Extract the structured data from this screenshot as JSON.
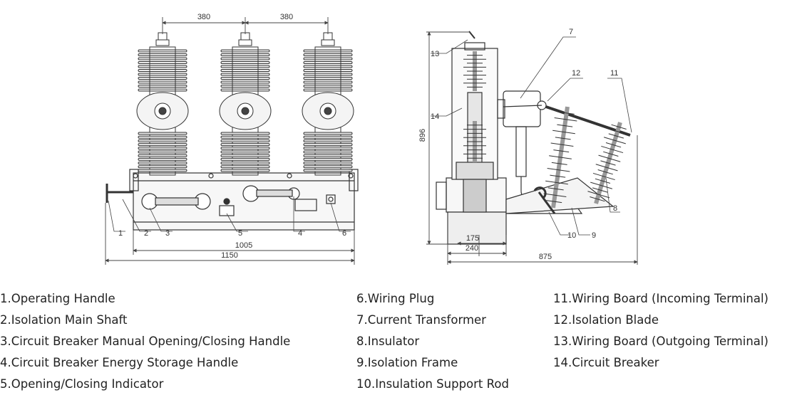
{
  "dims": {
    "front_spacing_1": "380",
    "front_spacing_2": "380",
    "front_inner_width": "1005",
    "front_total_width": "1150",
    "side_height": "896",
    "side_base_inner": "175",
    "side_base_outer": "240",
    "side_total_width": "875"
  },
  "callouts": {
    "c1": "1",
    "c2": "2",
    "c3": "3",
    "c4": "4",
    "c5": "5",
    "c6": "6",
    "c7": "7",
    "c8": "8",
    "c9": "9",
    "c10": "10",
    "c11": "11",
    "c12": "12",
    "c13": "13",
    "c14": "14"
  },
  "legend": [
    "1.Operating Handle",
    "2.Isolation Main Shaft",
    "3.Circuit Breaker Manual Opening/Closing Handle",
    "4.Circuit Breaker Energy Storage Handle",
    "5.Opening/Closing Indicator",
    "6.Wiring Plug",
    "7.Current Transformer",
    "8.Insulator",
    "9.Isolation Frame",
    "10.Insulation Support Rod",
    "11.Wiring Board (Incoming Terminal)",
    "12.Isolation Blade",
    "13.Wiring Board (Outgoing Terminal)",
    "14.Circuit Breaker"
  ]
}
